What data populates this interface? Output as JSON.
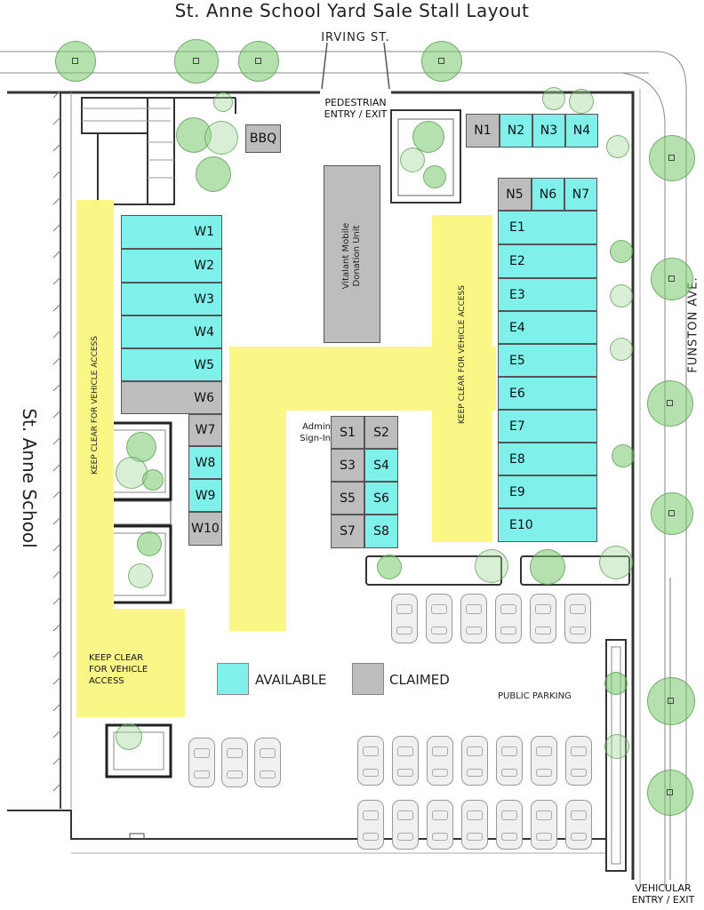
{
  "title": "St. Anne School Yard Sale Stall Layout",
  "streets": {
    "north": "IRVING ST.",
    "east": "FUNSTON AVE.",
    "west_building": "St. Anne School"
  },
  "labels": {
    "pedestrian_entry": [
      "PEDESTRIAN",
      "ENTRY / EXIT"
    ],
    "vehicular_entry": [
      "VEHICULAR",
      "ENTRY / EXIT"
    ],
    "bbq": "BBQ",
    "donation_unit": [
      "Vitalant Mobile",
      "Donation Unit"
    ],
    "admin": [
      "Admin",
      "Sign-In"
    ],
    "public_parking": "PUBLIC PARKING",
    "keep_clear_vertical": "KEEP CLEAR FOR VEHICLE  ACCESS",
    "keep_clear_block": [
      "KEEP CLEAR",
      "FOR VEHICLE",
      "ACCESS"
    ]
  },
  "legend": {
    "available": "AVAILABLE",
    "claimed": "CLAIMED",
    "available_color": "#7ff0ea",
    "claimed_color": "#bdbdbd",
    "keep_clear_color": "#fbf787"
  },
  "stalls": {
    "north": [
      {
        "id": "N1",
        "status": "claimed"
      },
      {
        "id": "N2",
        "status": "available"
      },
      {
        "id": "N3",
        "status": "available"
      },
      {
        "id": "N4",
        "status": "available"
      },
      {
        "id": "N5",
        "status": "claimed"
      },
      {
        "id": "N6",
        "status": "available"
      },
      {
        "id": "N7",
        "status": "available"
      }
    ],
    "west": [
      {
        "id": "W1",
        "status": "available"
      },
      {
        "id": "W2",
        "status": "available"
      },
      {
        "id": "W3",
        "status": "available"
      },
      {
        "id": "W4",
        "status": "available"
      },
      {
        "id": "W5",
        "status": "available"
      },
      {
        "id": "W6",
        "status": "claimed"
      },
      {
        "id": "W7",
        "status": "claimed"
      },
      {
        "id": "W8",
        "status": "available"
      },
      {
        "id": "W9",
        "status": "available"
      },
      {
        "id": "W10",
        "status": "claimed"
      }
    ],
    "south": [
      {
        "id": "S1",
        "status": "claimed"
      },
      {
        "id": "S2",
        "status": "claimed"
      },
      {
        "id": "S3",
        "status": "claimed"
      },
      {
        "id": "S4",
        "status": "available"
      },
      {
        "id": "S5",
        "status": "claimed"
      },
      {
        "id": "S6",
        "status": "available"
      },
      {
        "id": "S7",
        "status": "claimed"
      },
      {
        "id": "S8",
        "status": "available"
      }
    ],
    "east": [
      {
        "id": "E1",
        "status": "available"
      },
      {
        "id": "E2",
        "status": "available"
      },
      {
        "id": "E3",
        "status": "available"
      },
      {
        "id": "E4",
        "status": "available"
      },
      {
        "id": "E5",
        "status": "available"
      },
      {
        "id": "E6",
        "status": "available"
      },
      {
        "id": "E7",
        "status": "available"
      },
      {
        "id": "E8",
        "status": "available"
      },
      {
        "id": "E9",
        "status": "available"
      },
      {
        "id": "E10",
        "status": "available"
      }
    ]
  }
}
